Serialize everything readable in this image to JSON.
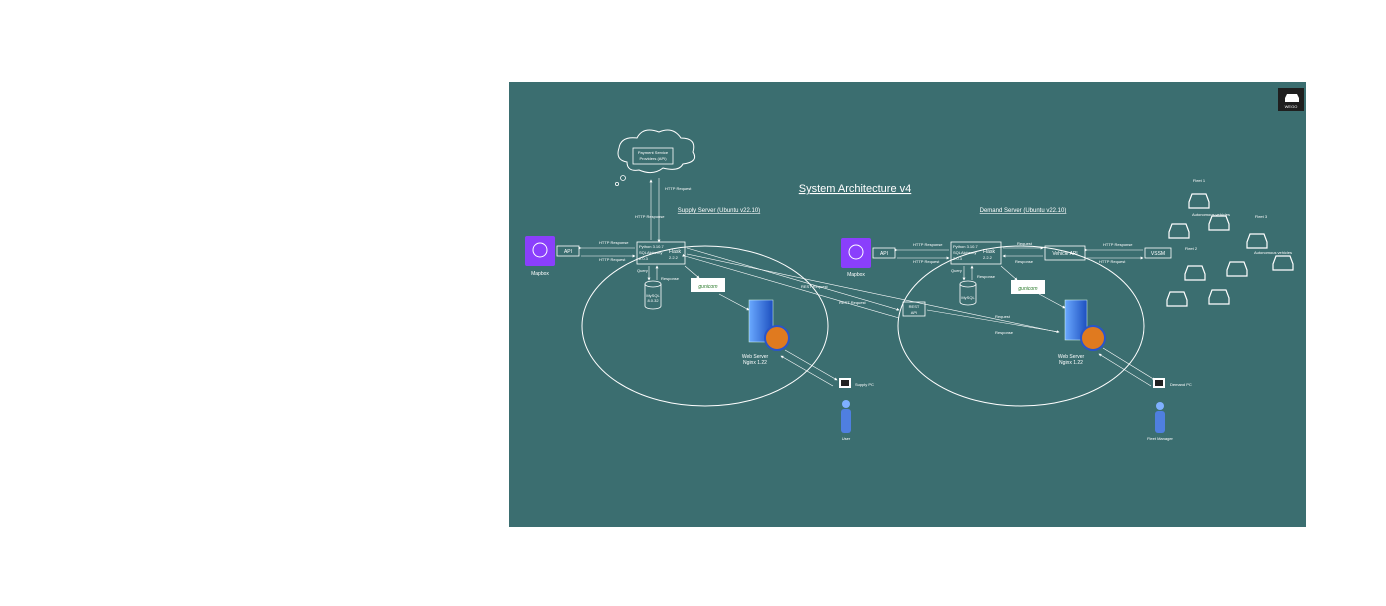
{
  "title": "System Architecture v4",
  "logo": {
    "text": "WEGO",
    "icon": "car-icon"
  },
  "supply_server": {
    "title": "Supply Server (Ubuntu v22.10)",
    "python": [
      "Python 3.10.7",
      "SQLAlchemy",
      "2.0.3"
    ],
    "flask": [
      "Flask",
      "2.2.2"
    ],
    "db": [
      "MySQL",
      "8.0.32"
    ],
    "gunicorn": "gunicorn",
    "web_server": [
      "Web Server",
      "Nginx 1.22"
    ],
    "query": "Query",
    "response": "Response"
  },
  "demand_server": {
    "title": "Demand Server (Ubuntu v22.10)",
    "python": [
      "Python 3.10.7",
      "SQLAlchemy",
      "2.0.3"
    ],
    "flask": [
      "Flask",
      "2.2.2"
    ],
    "db": [
      "MySQL"
    ],
    "gunicorn": "gunicorn",
    "web_server": [
      "Web Server",
      "Nginx 1.22"
    ],
    "vehicle_api": "Vehicle API",
    "rest_api": [
      "REST",
      "API"
    ],
    "query": "Query",
    "response": "Response"
  },
  "payment": [
    "Payment Service",
    "Providers (API)"
  ],
  "mapbox_left": {
    "label": "Mapbox",
    "api": "API",
    "icon": "mapbox-icon"
  },
  "mapbox_right": {
    "label": "Mapbox",
    "api": "API",
    "icon": "mapbox-icon"
  },
  "vssm": "VSSM",
  "fleets": [
    "Fleet 1",
    "Fleet 2",
    "Fleet 3"
  ],
  "fleet_sub": "Autonomous vehicles",
  "supply_pc": "Supply PC",
  "demand_pc": "Demand PC",
  "user": "User",
  "fleet_manager": "Fleet Manager",
  "edge_labels": {
    "http_request": "HTTP Request",
    "http_response": "HTTP Response",
    "rest_request": "REST Request",
    "request": "Request",
    "response": "Response"
  },
  "colors": {
    "background": "#3b6e70",
    "mapbox": "#8a3ffc",
    "lines": "#ffffff"
  }
}
